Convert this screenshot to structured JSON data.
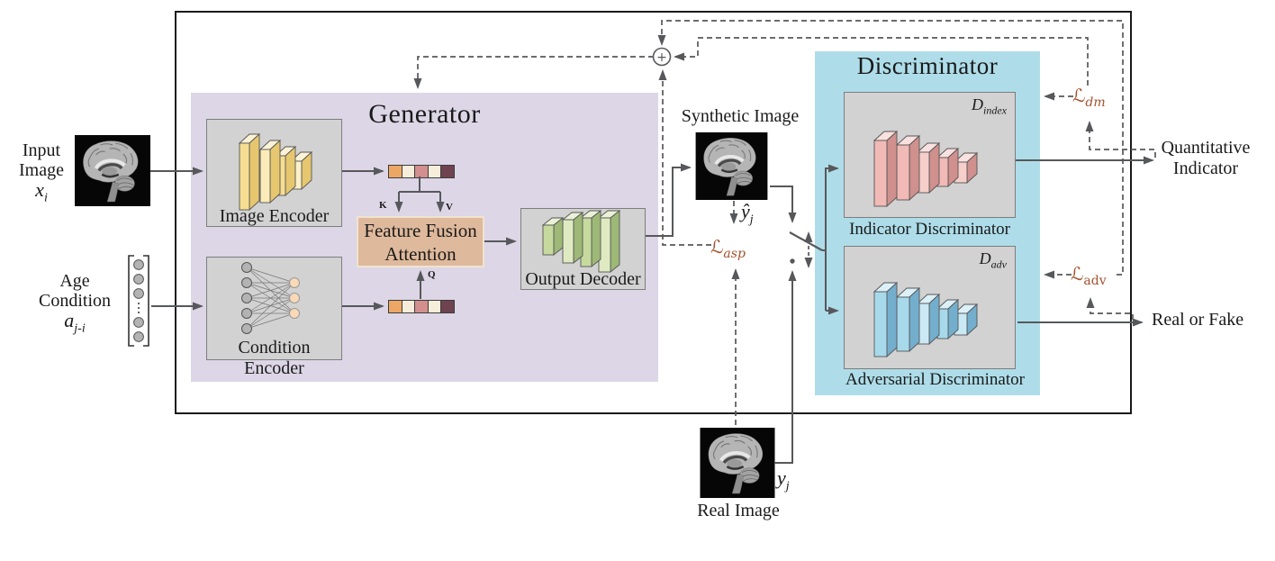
{
  "figure": {
    "inputs": {
      "input_image": {
        "label_line1": "Input",
        "label_line2": "Image",
        "symbol": "x",
        "symbol_sub": "i"
      },
      "age_condition": {
        "label_line1": "Age",
        "label_line2": "Condition",
        "symbol": "a",
        "symbol_sub": "j-i"
      }
    },
    "generator": {
      "title": "Generator",
      "image_encoder_label": "Image Encoder",
      "condition_encoder_label": "Condition Encoder",
      "attention_label_line1": "Feature Fusion",
      "attention_label_line2": "Attention",
      "key_label": "K",
      "value_label": "V",
      "query_label": "Q",
      "output_decoder_label": "Output Decoder"
    },
    "images": {
      "synthetic_label": "Synthetic Image",
      "synthetic_symbol": "ŷ",
      "synthetic_symbol_sub": "j",
      "real_label": "Real Image",
      "real_symbol": "y",
      "real_symbol_sub": "j"
    },
    "discriminator": {
      "title": "Discriminator",
      "indicator_tag": "D",
      "indicator_tag_sub": "index",
      "indicator_label": "Indicator Discriminator",
      "adversarial_tag": "D",
      "adversarial_tag_sub": "adv",
      "adversarial_label": "Adversarial Discriminator"
    },
    "losses": {
      "sum_symbol": "+",
      "asp": "ℒ",
      "asp_sub": "asp",
      "dm": "ℒ",
      "dm_sub": "dm",
      "adv": "ℒ",
      "adv_sub": "adv"
    },
    "outputs": {
      "quantitative_line1": "Quantitative",
      "quantitative_line2": "Indicator",
      "real_or_fake": "Real or Fake"
    },
    "colors": {
      "generator_panel": "#DCD6E6",
      "discriminator_panel": "#AEDDE9",
      "attention_box": "#DFB99C",
      "module_box": "#D2D2D2",
      "loss_text": "#A5512D",
      "line": "#57585B",
      "encoder_block_yellow": "#F7DD92",
      "decoder_block_green": "#C6DA9E",
      "indicator_block_pink": "#F1BAB7",
      "adversarial_block_blue": "#A7D9EB",
      "vector_cells": [
        "#EDA765",
        "#F6EEDA",
        "#D28F8D",
        "#F6EEDA",
        "#6F4350"
      ]
    }
  }
}
